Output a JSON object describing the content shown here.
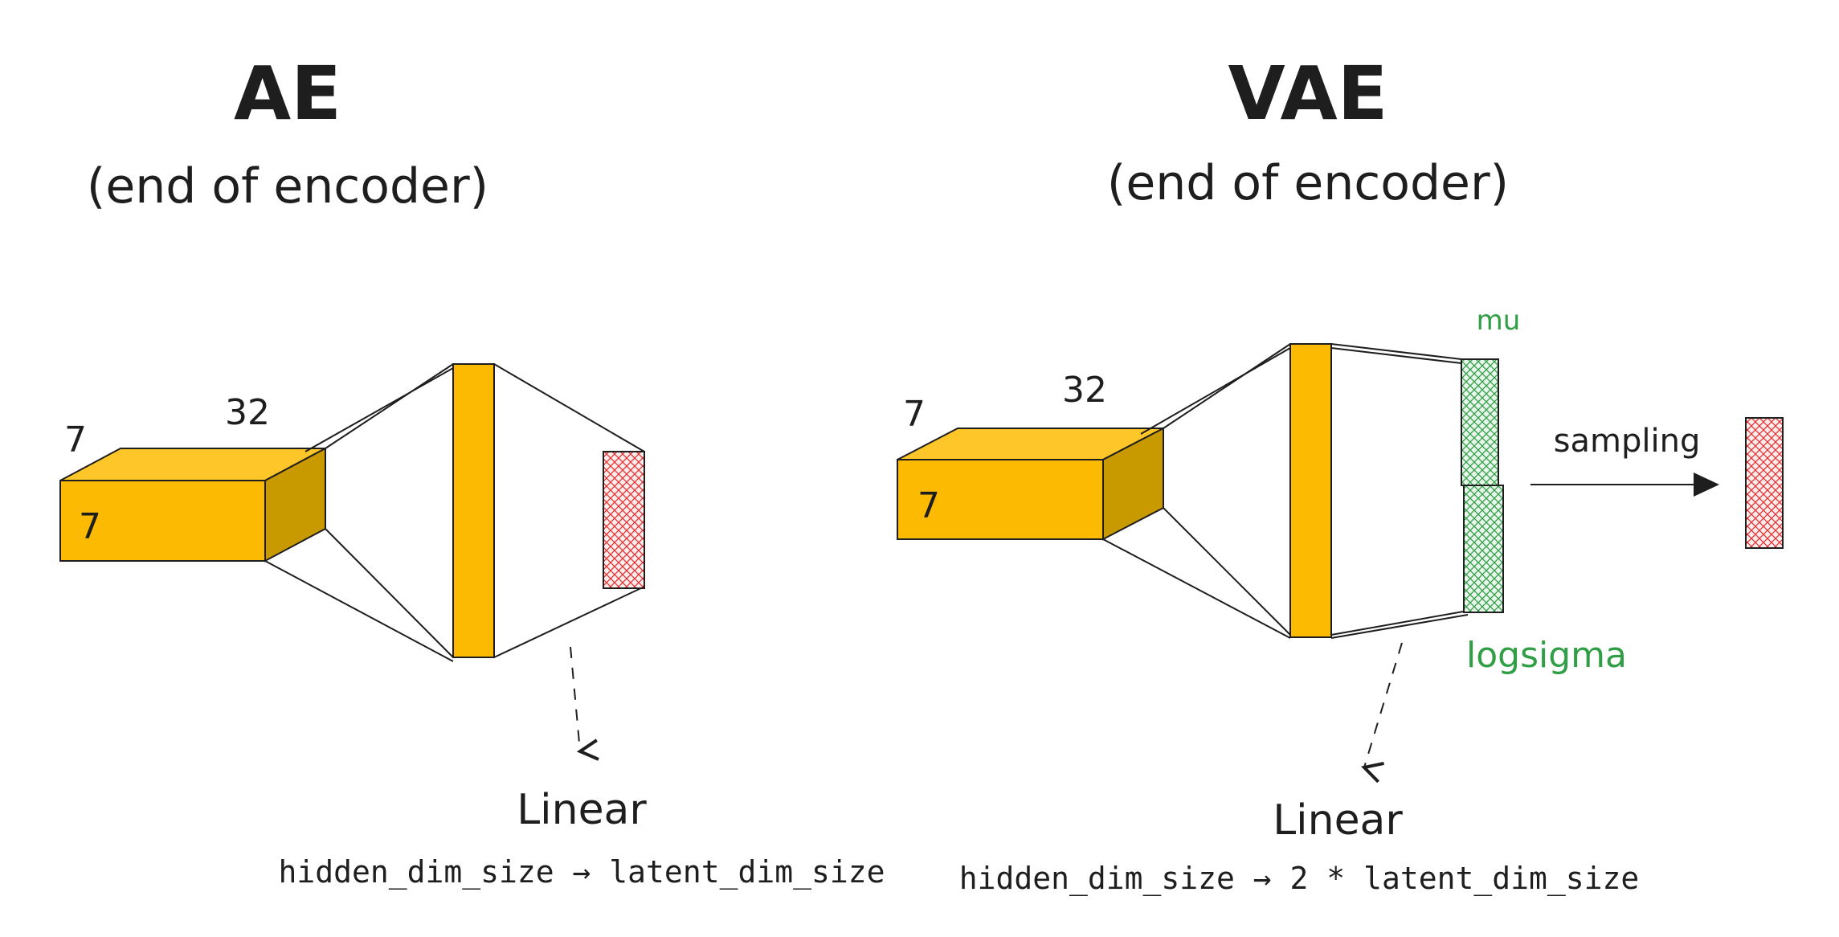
{
  "ae": {
    "title": "AE",
    "subtitle": "(end of encoder)",
    "dim_top": "32",
    "dim_left": "7",
    "dim_front": "7",
    "linear_label": "Linear",
    "formula": "hidden_dim_size → latent_dim_size"
  },
  "vae": {
    "title": "VAE",
    "subtitle": "(end of encoder)",
    "dim_top": "32",
    "dim_left": "7",
    "dim_front": "7",
    "mu_label": "mu",
    "logsigma_label": "logsigma",
    "sampling_label": "sampling",
    "linear_label": "Linear",
    "formula": "hidden_dim_size → 2 * latent_dim_size"
  },
  "colors": {
    "block_front": "#fcba03",
    "block_top": "#ffc62a",
    "block_side": "#c99a00",
    "latent_hatch": "#e03131",
    "mu_sigma_hatch": "#2f9e44",
    "stroke": "#1e1e1e"
  }
}
